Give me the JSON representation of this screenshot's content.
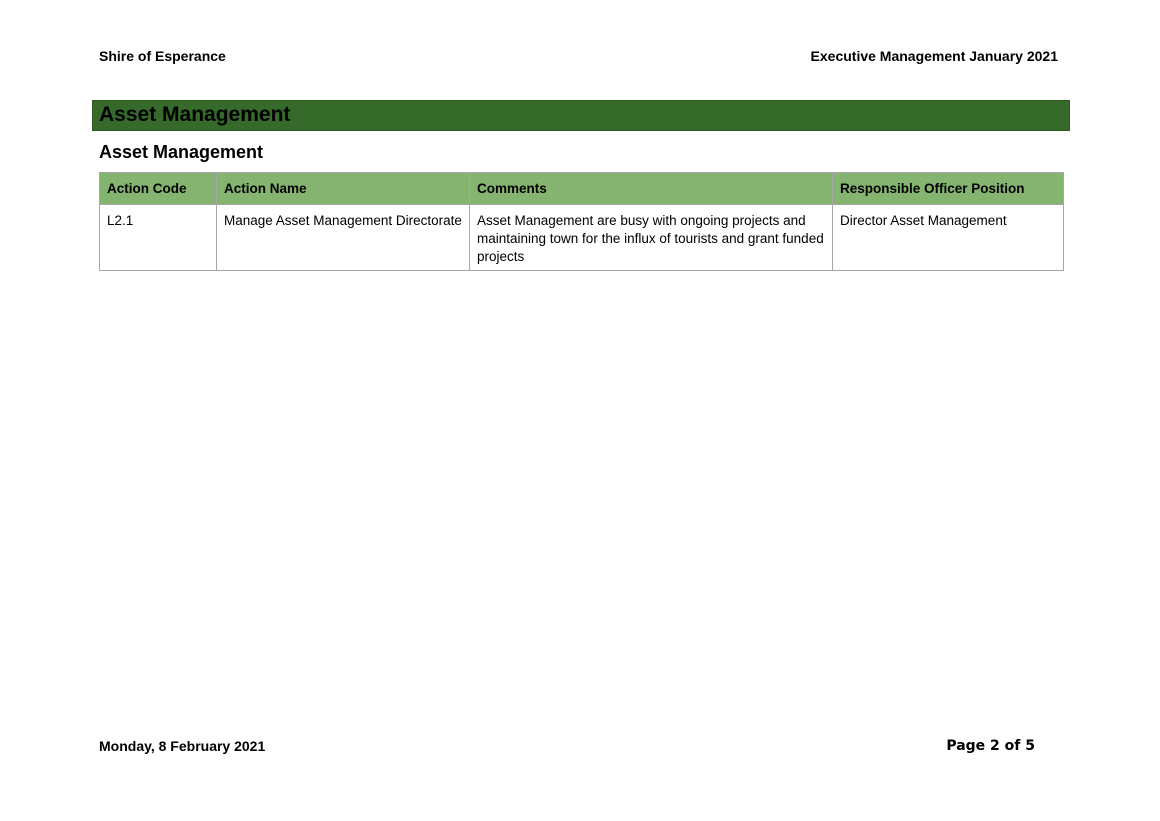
{
  "header": {
    "organisation": "Shire of Esperance",
    "report_title": "Executive Management January 2021"
  },
  "section": {
    "banner_title": "Asset Management",
    "subsection_title": "Asset Management"
  },
  "table": {
    "headers": {
      "action_code": "Action Code",
      "action_name": "Action Name",
      "comments": "Comments",
      "officer": "Responsible Officer Position"
    },
    "rows": [
      {
        "action_code": "L2.1",
        "action_name": "Manage Asset Management Directorate",
        "comments": "Asset Management are busy with ongoing projects and maintaining town for the influx of tourists and grant funded projects",
        "officer": "Director Asset Management"
      }
    ]
  },
  "footer": {
    "date": "Monday, 8 February 2021",
    "page": "Page 2 of 5"
  },
  "colors": {
    "banner": "#356a2a",
    "table_header": "#85b471"
  }
}
